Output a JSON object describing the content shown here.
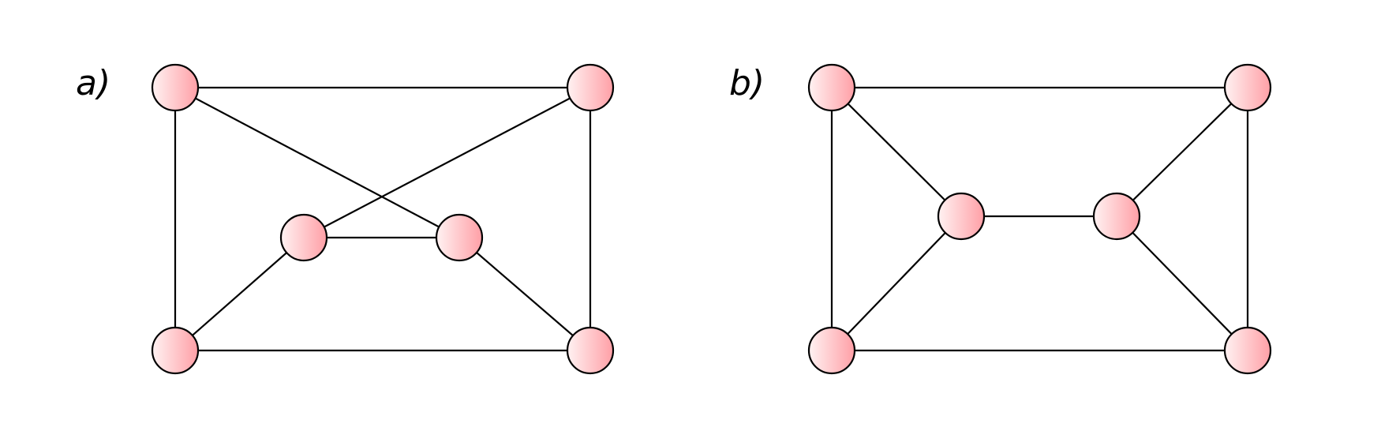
{
  "colors": {
    "node_fill_light": "#fff2f2",
    "node_fill_dark": "#ff9fa6",
    "stroke": "#000000",
    "background": "#ffffff"
  },
  "panels": [
    {
      "label": "a)",
      "nodes": [
        "top-left",
        "top-right",
        "inner-left",
        "inner-right",
        "bottom-left",
        "bottom-right"
      ],
      "edges": [
        [
          "top-left",
          "top-right"
        ],
        [
          "top-left",
          "bottom-left"
        ],
        [
          "top-right",
          "bottom-right"
        ],
        [
          "bottom-left",
          "bottom-right"
        ],
        [
          "top-left",
          "inner-right"
        ],
        [
          "top-right",
          "inner-left"
        ],
        [
          "inner-left",
          "inner-right"
        ],
        [
          "inner-left",
          "bottom-left"
        ],
        [
          "inner-right",
          "bottom-right"
        ]
      ]
    },
    {
      "label": "b)",
      "nodes": [
        "top-left",
        "top-right",
        "inner-left",
        "inner-right",
        "bottom-left",
        "bottom-right"
      ],
      "edges": [
        [
          "top-left",
          "top-right"
        ],
        [
          "top-left",
          "bottom-left"
        ],
        [
          "top-right",
          "bottom-right"
        ],
        [
          "bottom-left",
          "bottom-right"
        ],
        [
          "top-left",
          "inner-left"
        ],
        [
          "top-right",
          "inner-right"
        ],
        [
          "inner-left",
          "inner-right"
        ],
        [
          "inner-left",
          "bottom-left"
        ],
        [
          "inner-right",
          "bottom-right"
        ]
      ]
    }
  ]
}
